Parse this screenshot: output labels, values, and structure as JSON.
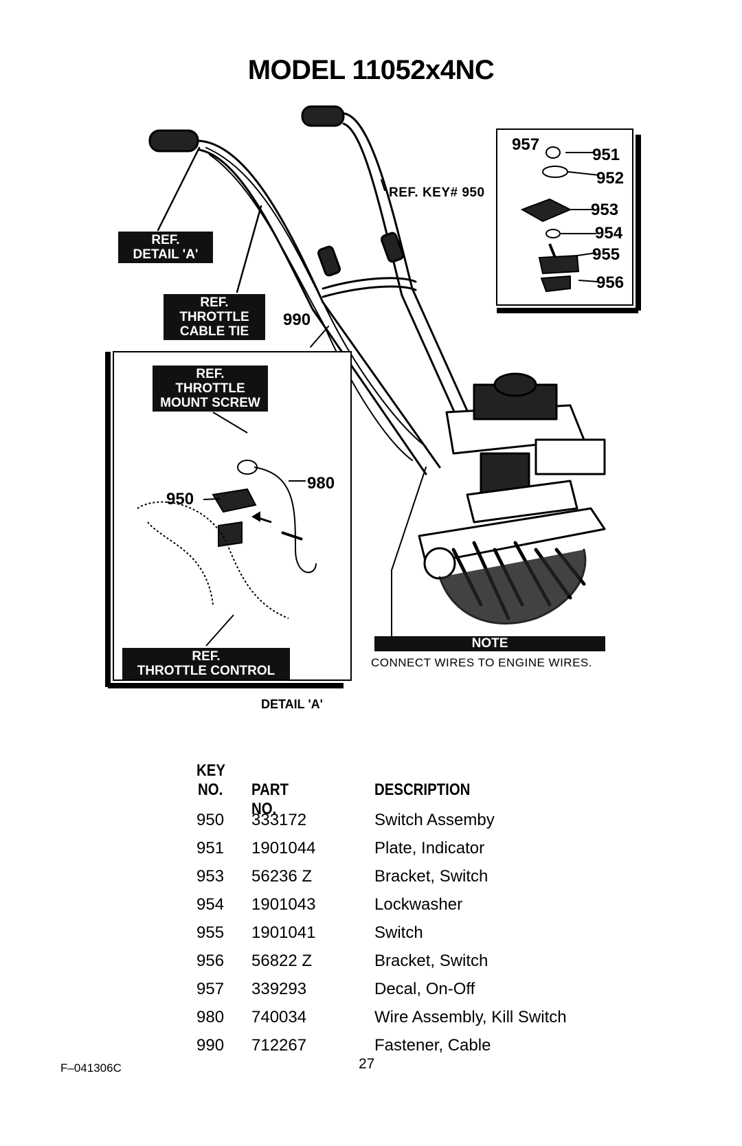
{
  "title": "MODEL 11052x4NC",
  "callouts": {
    "ref_detail_a": [
      "REF.",
      "DETAIL 'A'"
    ],
    "ref_throttle_cable_tie": [
      "REF.",
      "THROTTLE",
      "CABLE TIE"
    ],
    "ref_throttle_mount_screw": [
      "REF.",
      "THROTTLE",
      "MOUNT SCREW"
    ],
    "ref_throttle_control": [
      "REF.",
      "THROTTLE CONTROL"
    ]
  },
  "ref_key": "REF. KEY# 950",
  "diagram_numbers": {
    "n957": "957",
    "n951": "951",
    "n952": "952",
    "n953": "953",
    "n954": "954",
    "n955": "955",
    "n956": "956",
    "n990": "990",
    "n950": "950",
    "n980": "980"
  },
  "note": {
    "label": "NOTE",
    "text": "CONNECT WIRES TO ENGINE WIRES."
  },
  "detail_label": "DETAIL 'A'",
  "parts_table": {
    "headers": {
      "key_line1": "KEY",
      "key_line2": "NO.",
      "part": "PART NO.",
      "desc": "DESCRIPTION"
    },
    "rows": [
      {
        "key": "950",
        "part": "333172",
        "desc": "Switch Assemby"
      },
      {
        "key": "951",
        "part": "1901044",
        "desc": "Plate, Indicator"
      },
      {
        "key": "953",
        "part": "56236 Z",
        "desc": "Bracket, Switch"
      },
      {
        "key": "954",
        "part": "1901043",
        "desc": "Lockwasher"
      },
      {
        "key": "955",
        "part": "1901041",
        "desc": "Switch"
      },
      {
        "key": "956",
        "part": "56822 Z",
        "desc": "Bracket, Switch"
      },
      {
        "key": "957",
        "part": "339293",
        "desc": "Decal, On-Off"
      },
      {
        "key": "980",
        "part": "740034",
        "desc": "Wire Assembly, Kill Switch"
      },
      {
        "key": "990",
        "part": "712267",
        "desc": "Fastener, Cable"
      }
    ]
  },
  "footer": {
    "code": "F–041306C",
    "page": "27"
  }
}
